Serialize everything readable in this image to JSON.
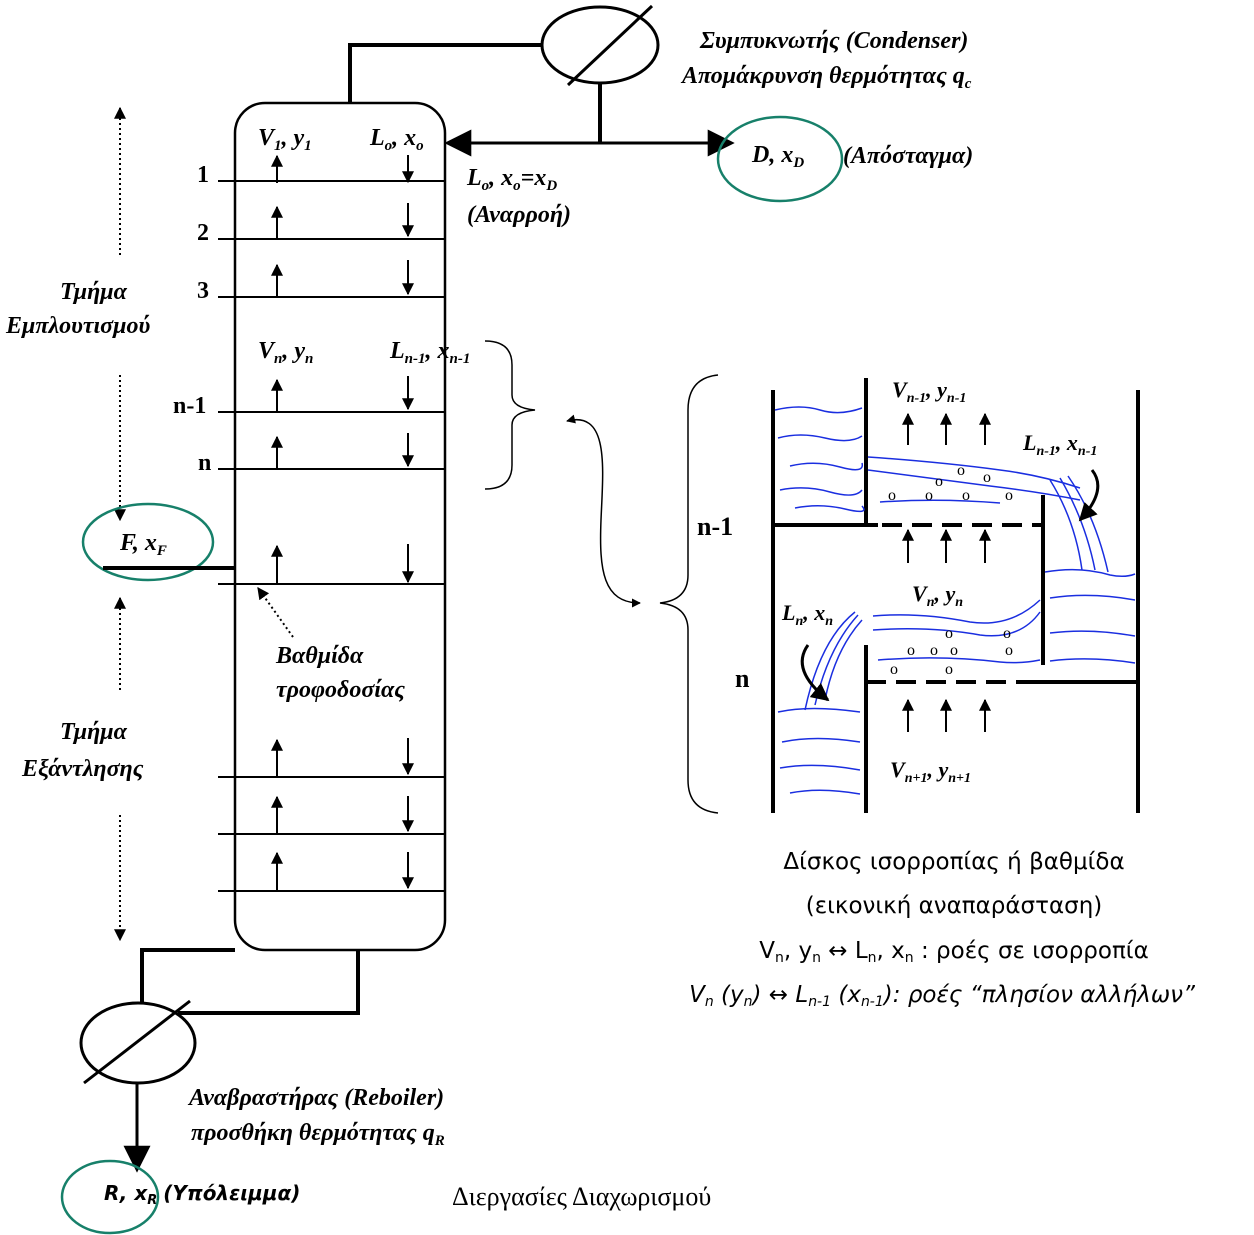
{
  "condenser": {
    "title": "Συμπυκνωτής (Condenser)",
    "subtitle_prefix": "Απομάκρυνση θερμότητας q",
    "subtitle_sub": "c"
  },
  "distillate": {
    "label_prefix": "D, x",
    "label_sub": "D",
    "name": "(Απόσταγμα)"
  },
  "reflux": {
    "line1_a": "L",
    "line1_a_sub": "o",
    "line1_b": ", x",
    "line1_b_sub": "o",
    "line1_c": "=x",
    "line1_c_sub": "D",
    "line2": "(Αναρροή)"
  },
  "column_top": {
    "v1": "V",
    "v1_sub": "1",
    "v1_rest": ", y",
    "v1_rest_sub": "1",
    "l0": "L",
    "l0_sub": "o",
    "l0_rest": ", x",
    "l0_rest_sub": "o"
  },
  "tray_numbers": [
    "1",
    "2",
    "3",
    "n-1",
    "n"
  ],
  "tray_labels": {
    "vn": "V",
    "vn_sub": "n",
    "vn_rest": ", y",
    "vn_rest_sub": "n",
    "ln1": "L",
    "ln1_sub": "n-1",
    "ln1_rest": ", x",
    "ln1_rest_sub": "n-1"
  },
  "sections": {
    "rectifying_1": "Τμήμα",
    "rectifying_2": "Εμπλουτισμού",
    "stripping_1": "Τμήμα",
    "stripping_2": "Εξάντλησης"
  },
  "feed": {
    "label_prefix": "F, x",
    "label_sub": "F",
    "stage_1": "Βαθμίδα",
    "stage_2": "τροφοδοσίας"
  },
  "reboiler": {
    "title": "Αναβραστήρας (Reboiler)",
    "subtitle_prefix": "προσθήκη θερμότητας q",
    "subtitle_sub": "R"
  },
  "residue": {
    "label_prefix": "R, x",
    "label_sub": "R",
    "name": "(Υπόλειμμα)"
  },
  "detail": {
    "tray_upper": "n-1",
    "tray_lower": "n",
    "v_top": "V",
    "v_top_sub": "n-1",
    "v_top_rest": ", y",
    "v_top_rest_sub": "n-1",
    "l_top": "L",
    "l_top_sub": "n-1",
    "l_top_rest": ", x",
    "l_top_rest_sub": "n-1",
    "v_mid": "V",
    "v_mid_sub": "n",
    "v_mid_rest": ", y",
    "v_mid_rest_sub": "n",
    "l_mid": "L",
    "l_mid_sub": "n",
    "l_mid_rest": ", x",
    "l_mid_rest_sub": "n",
    "v_bot": "V",
    "v_bot_sub": "n+1",
    "v_bot_rest": ", y",
    "v_bot_rest_sub": "n+1",
    "bubble_glyph": "o"
  },
  "caption": {
    "line1": "Δίσκος ισορροπίας ή βαθμίδα",
    "line2": "(εικονική αναπαράσταση)",
    "line3_a": "V",
    "line3_a_sub": "n",
    "line3_b": ", y",
    "line3_b_sub": "n",
    "line3_c": " ↔ L",
    "line3_c_sub": "n",
    "line3_d": ", x",
    "line3_d_sub": "n",
    "line3_e": " : ροές σε ισορροπία",
    "line4_a": "V",
    "line4_a_sub": "n",
    "line4_b": " (y",
    "line4_b_sub": "n",
    "line4_c": ") ↔  L",
    "line4_c_sub": "n-1",
    "line4_d": " (x",
    "line4_d_sub": "n-1",
    "line4_e": "): ροές “πλησίον αλλήλων”"
  },
  "footer": "Διεργασίες Διαχωρισμού",
  "colors": {
    "ellipse": "#17806a",
    "liquid": "#1a2ee0",
    "line": "#000000"
  }
}
